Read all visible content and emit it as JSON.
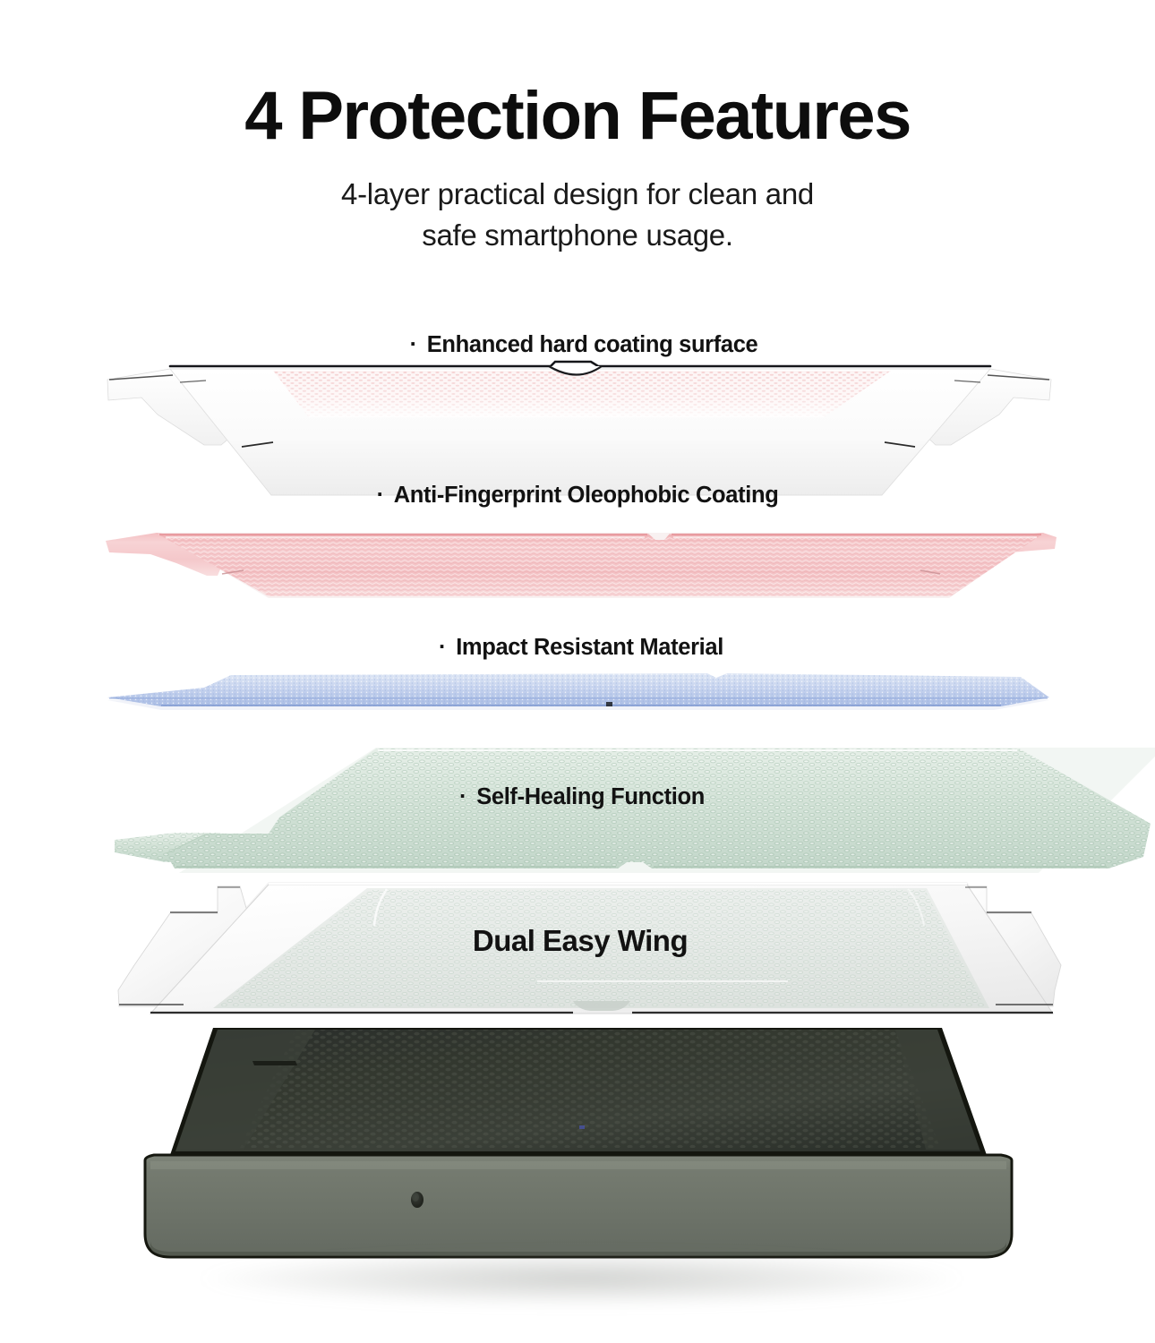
{
  "header": {
    "title": "4 Protection Features",
    "subtitle_line1": "4-layer practical design for clean and",
    "subtitle_line2": "safe smartphone usage."
  },
  "layers": [
    {
      "id": "hard-coating",
      "label": "Enhanced hard coating surface",
      "bullet": "·",
      "color": "#f7dcdc",
      "order": 1,
      "style": "translucent white sheet with pink textured center and side wings"
    },
    {
      "id": "oleophobic-coating",
      "label": "Anti-Fingerprint Oleophobic Coating",
      "bullet": "·",
      "color": "#efb9bb",
      "order": 2,
      "style": "rose pink mesh sheet seen edge-on"
    },
    {
      "id": "impact-resistant",
      "label": "Impact Resistant Material",
      "bullet": "·",
      "color": "#b9c6e8",
      "order": 3,
      "style": "thin light blue film"
    },
    {
      "id": "self-healing",
      "label": "Self-Healing Function",
      "bullet": "·",
      "color": "#cfe0d4",
      "order": 4,
      "style": "pale green honeycomb textured sheet"
    },
    {
      "id": "dual-easy-wing",
      "label": "Dual Easy Wing",
      "bullet": "",
      "color": "#f2f2f2",
      "order": 5,
      "style": "white installation tray with dual wing tabs"
    }
  ],
  "device": {
    "name": "smartphone",
    "body_color": "#6f756b",
    "screen_color": "#2b2f2c",
    "bezel_color": "#14150f",
    "mic_hole": "microphone-hole"
  },
  "palette": {
    "background": "#ffffff",
    "text": "#111111",
    "pink": "#efb9bb",
    "blue": "#b9c6e8",
    "green": "#cfe0d4",
    "device_green": "#6f756b"
  }
}
